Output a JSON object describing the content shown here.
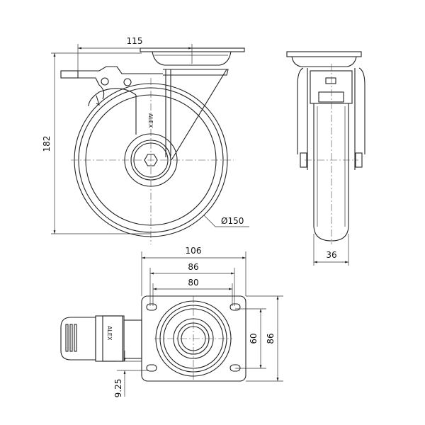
{
  "title": "Swivel castor with brake - technical drawing",
  "front_view": {
    "dim_offset": "115",
    "dim_height": "182",
    "dim_wheel_diameter": "Ø150",
    "logo": "ALEX"
  },
  "side_view": {
    "dim_wheel_width": "36"
  },
  "top_view": {
    "dim_plate_width": "106",
    "dim_hole_spacing_outer": "86",
    "dim_hole_spacing_inner": "80",
    "dim_hole_spacing_vertical": "60",
    "dim_plate_height": "86",
    "dim_brake_offset": "9.25",
    "logo": "ALEX"
  },
  "colors": {
    "line": "#222222",
    "background": "#ffffff"
  }
}
